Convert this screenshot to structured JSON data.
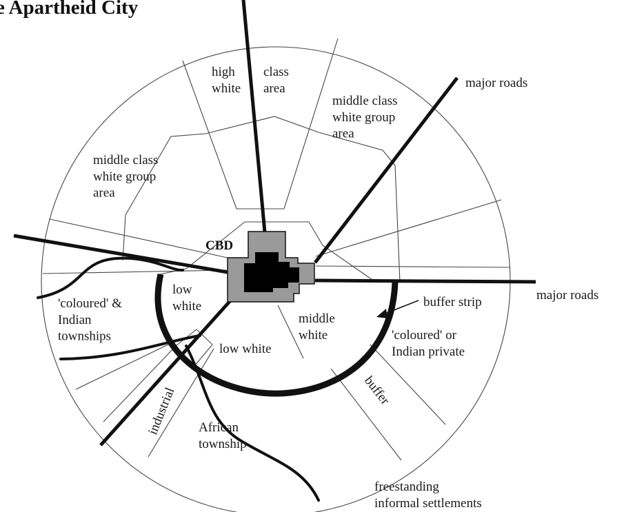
{
  "title": "e Apartheid City",
  "labels": {
    "high_white": "high\nwhite",
    "class_area": "class\narea",
    "middle_class_right": "middle class\nwhite group\narea",
    "middle_class_left": "middle class\nwhite group\narea",
    "major_roads_top": "major roads",
    "major_roads_right": "major roads",
    "cbd": "CBD",
    "low_white_upper": "low\nwhite",
    "coloured_indian_townships": "'coloured' &\nIndian\ntownships",
    "middle_white": "middle\nwhite",
    "low_white_lower": "low white",
    "buffer_strip": "buffer strip",
    "coloured_indian_private": "'coloured' or\nIndian private",
    "buffer": "buffer",
    "industrial": "industrial",
    "african_township": "African\ntownship",
    "freestanding": "freestanding\ninformal settlements"
  }
}
